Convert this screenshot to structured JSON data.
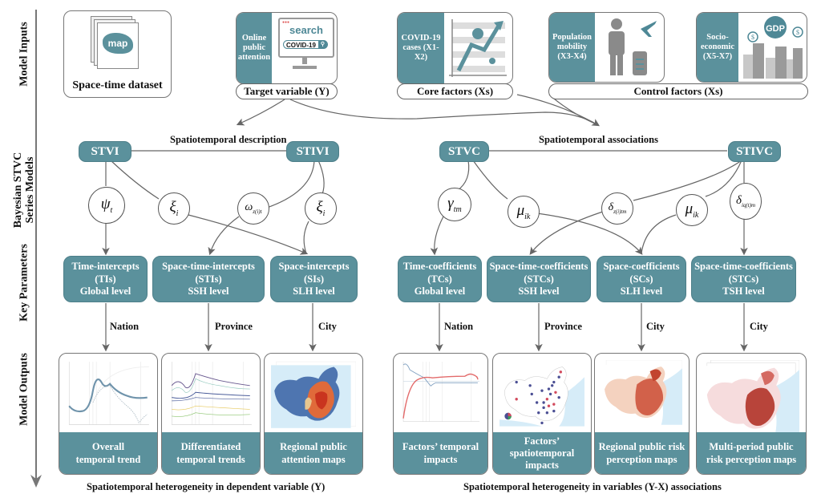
{
  "row_labels": {
    "inputs": "Model Inputs",
    "models_line1": "Bayesian STVC",
    "models_line2": "Series Models",
    "params": "Key Parameters",
    "outputs": "Model Outputs"
  },
  "inputs": {
    "dataset": {
      "label": "Space-time dataset",
      "map_text": "map"
    },
    "target": {
      "inner_label": "Online public attention",
      "search_title": "search",
      "search_query": "COVID-19",
      "pill": "Target variable (Y)"
    },
    "core": {
      "inner_label": "COVID-19 cases (X1-X2)",
      "pill": "Core factors (Xs)"
    },
    "mobility": {
      "inner_label": "Population mobility (X3-X4)"
    },
    "socio": {
      "inner_label": "Socio-economic (X5-X7)",
      "gdp_text": "GDP",
      "currency": "$"
    },
    "control_pill": "Control factors (Xs)"
  },
  "models": {
    "desc_heading": "Spatiotemporal description",
    "assoc_heading": "Spatiotemporal associations",
    "stvi": "STVI",
    "stivi": "STIVI",
    "stvc": "STVC",
    "stivc": "STIVC"
  },
  "params": {
    "psi": {
      "sym": "ψ",
      "sub": "t"
    },
    "xi1": {
      "sym": "ξ",
      "sub": "i"
    },
    "omega": {
      "sym": "ω",
      "sub": "z(i)t"
    },
    "xi2": {
      "sym": "ξ",
      "sub": "i"
    },
    "gamma": {
      "sym": "γ",
      "sub": "tm"
    },
    "mu1": {
      "sym": "μ",
      "sub": "ik"
    },
    "delta1": {
      "sym": "δ",
      "sub": "z(i)tm"
    },
    "mu2": {
      "sym": "μ",
      "sub": "ik"
    },
    "delta2": {
      "sym": "δ",
      "sub": "iq(t)m"
    }
  },
  "key_params": [
    {
      "l1": "Time-intercepts",
      "l2": "(TIs)",
      "l3": "Global level",
      "level": "Nation"
    },
    {
      "l1": "Space-time-intercepts",
      "l2": "(STIs)",
      "l3": "SSH level",
      "level": "Province"
    },
    {
      "l1": "Space-intercepts",
      "l2": "(SIs)",
      "l3": "SLH level",
      "level": "City"
    },
    {
      "l1": "Time-coefficients",
      "l2": "(TCs)",
      "l3": "Global level",
      "level": "Nation"
    },
    {
      "l1": "Space-time-coefficients",
      "l2": "(STCs)",
      "l3": "SSH level",
      "level": "Province"
    },
    {
      "l1": "Space-coefficients",
      "l2": "(SCs)",
      "l3": "SLH level",
      "level": "City"
    },
    {
      "l1": "Space-time-coefficients",
      "l2": "(STCs)",
      "l3": "TSH level",
      "level": "City"
    }
  ],
  "outputs": [
    {
      "l1": "Overall",
      "l2": "temporal trend"
    },
    {
      "l1": "Differentiated",
      "l2": "temporal trends"
    },
    {
      "l1": "Regional public",
      "l2": "attention maps"
    },
    {
      "l1": "Factors’ temporal",
      "l2": "impacts"
    },
    {
      "l1": "Factors’",
      "l2": "spatiotemporal",
      "l3": "impacts"
    },
    {
      "l1": "Regional public risk",
      "l2": "perception maps"
    },
    {
      "l1": "Multi-period public",
      "l2": "risk perception maps"
    }
  ],
  "footers": {
    "left": "Spatiotemporal heterogeneity in dependent variable (Y)",
    "right": "Spatiotemporal heterogeneity in variables (Y-X) associations"
  },
  "colors": {
    "teal": "#5b919c",
    "red": "#d9534f",
    "blue": "#4a6fa5"
  }
}
